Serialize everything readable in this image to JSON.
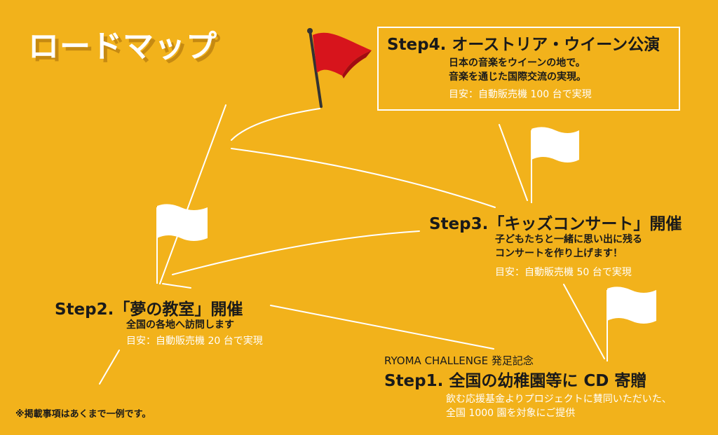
{
  "title": "ロードマップ",
  "step4": {
    "title": "Step4. オーストリア・ウイーン公演",
    "desc_lines": [
      "日本の音楽をウイーンの地で。",
      "音楽を通じた国際交流の実現。"
    ],
    "target": "目安：自動販売機 100 台で実現"
  },
  "step3": {
    "title": "Step3.「キッズコンサート」開催",
    "desc_lines": [
      "子どもたちと一緒に思い出に残る",
      "コンサートを作り上げます！"
    ],
    "target": "目安：自動販売機 50 台で実現"
  },
  "step2": {
    "title": "Step2.「夢の教室」開催",
    "desc_lines": [
      "全国の各地へ訪問します"
    ],
    "target": "目安：自動販売機 20 台で実現"
  },
  "step1": {
    "pre": "RYOMA CHALLENGE 発足記念",
    "title": "Step1. 全国の幼稚園等に CD 寄贈",
    "desc_lines": [
      "飲む応援基金よりプロジェクトに賛同いただいた、",
      "全国 1000 園を対象にご提供"
    ]
  },
  "note": "※掲載事項はあくまで一例です。",
  "colors": {
    "background": "#F2B21B",
    "text": "#1a1a1a",
    "goal_flag": "#D7141C",
    "flag": "#FFFFFF"
  }
}
